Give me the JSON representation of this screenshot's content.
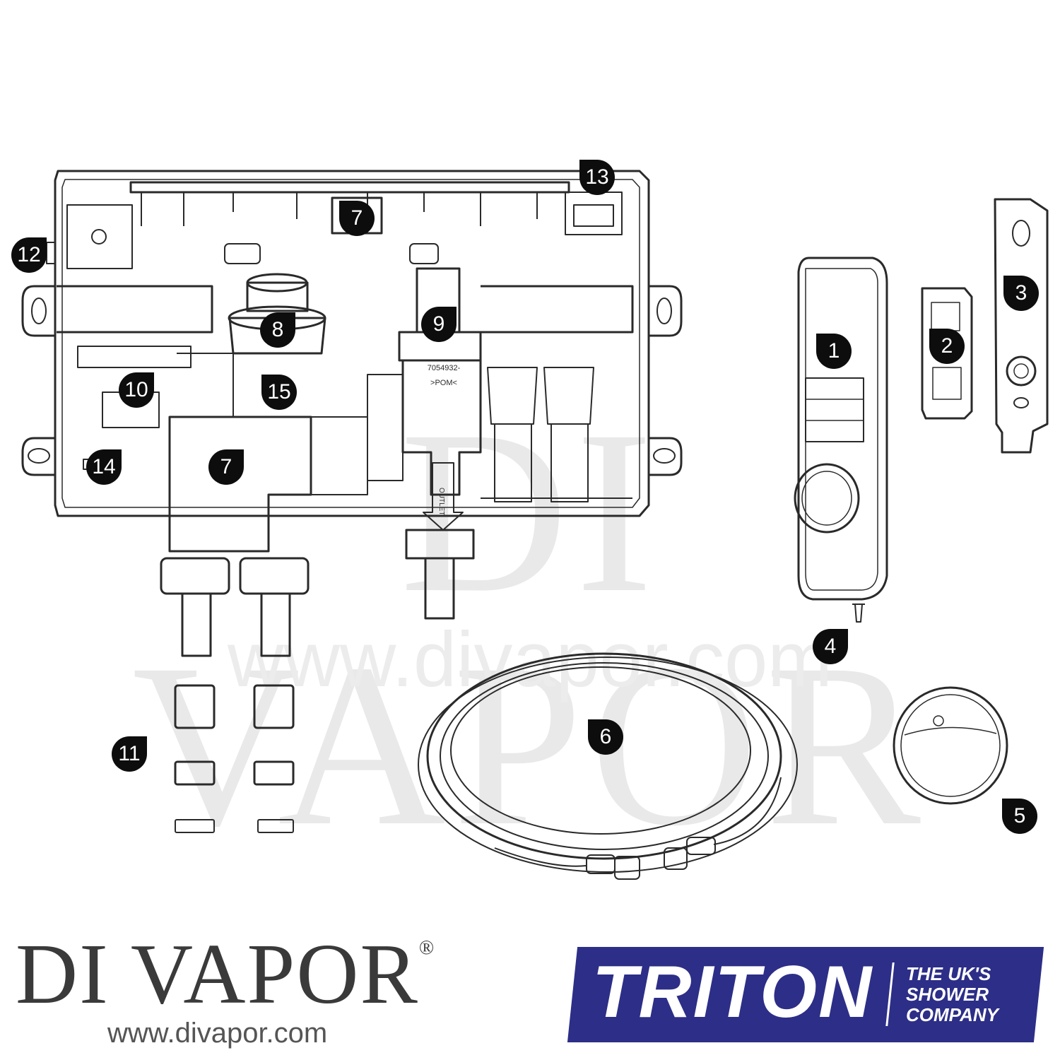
{
  "watermark": {
    "brand": "DI VAPOR",
    "url": "www.divapor.com"
  },
  "callouts": [
    "1",
    "2",
    "3",
    "4",
    "5",
    "6",
    "7",
    "7",
    "8",
    "9",
    "10",
    "11",
    "12",
    "13",
    "14",
    "15"
  ],
  "labels": {
    "part_code_1": "7054932-",
    "material_code": ">POM<",
    "outlet": "OUTLET"
  },
  "footer": {
    "brand": "DI VAPOR",
    "registered": "®",
    "url": "www.divapor.com",
    "triton": {
      "name": "TRITON",
      "tagline": [
        "THE UK'S",
        "SHOWER",
        "COMPANY"
      ]
    }
  },
  "colors": {
    "line": "#2a2a2a",
    "callout": "#0d0d0d",
    "triton_blue": "#2c2e87",
    "watermark": "#e9e9e9"
  }
}
